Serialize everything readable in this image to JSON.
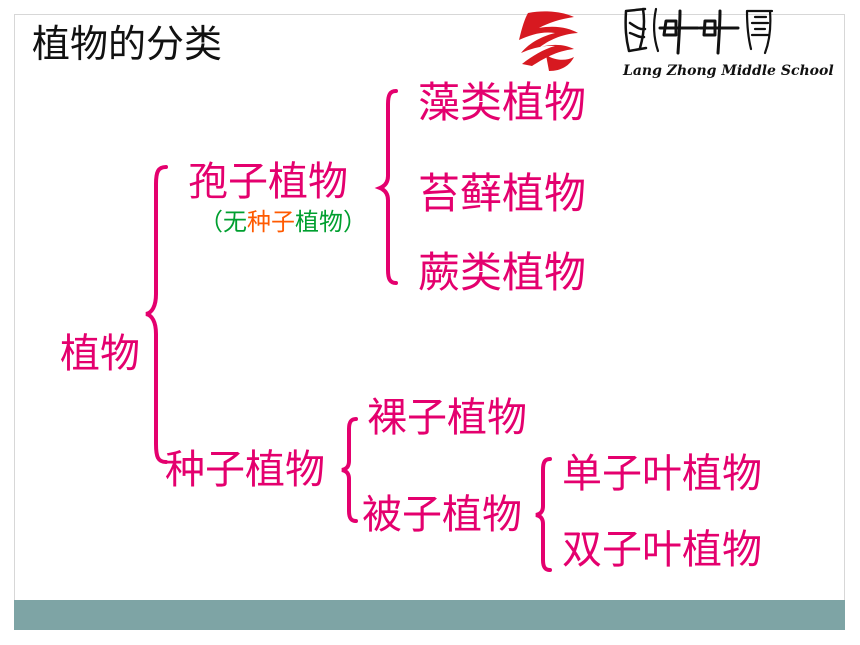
{
  "title": "植物的分类",
  "logo": {
    "text": "Lang Zhong Middle School",
    "chinese_mark": "中中"
  },
  "tree": {
    "root": "植物",
    "spore": {
      "label": "孢子植物",
      "note_open": "（",
      "note_wu": "无",
      "note_seed": "种子",
      "note_plant": "植物",
      "note_close": "）",
      "children": [
        "藻类植物",
        "苔藓植物",
        "蕨类植物"
      ]
    },
    "seed": {
      "label": "种子植物",
      "children": [
        "裸子植物",
        "被子植物"
      ],
      "angiosperm_children": [
        "单子叶植物",
        "双子叶植物"
      ]
    }
  },
  "colors": {
    "accent": "#e4006e",
    "note_green": "#009f2f",
    "note_orange": "#ff5a00",
    "bottom_bar": "#7ea4a5",
    "logo_red": "#d71920"
  }
}
